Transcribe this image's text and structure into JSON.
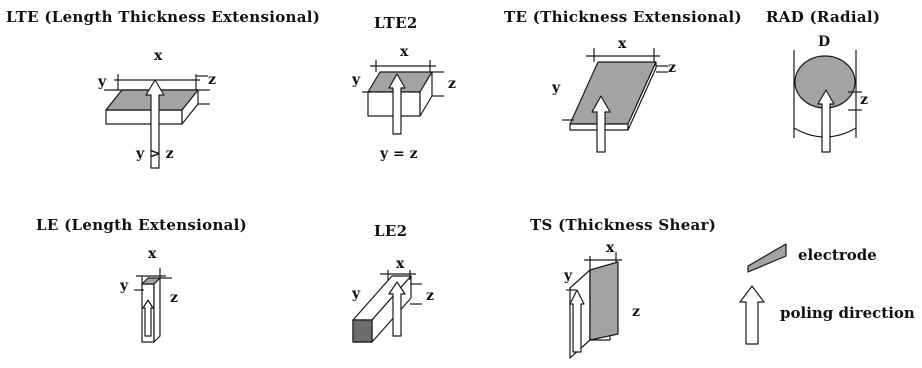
{
  "panels": {
    "lte": {
      "title": "LTE (Length Thickness Extensional)",
      "x": "x",
      "y": "y",
      "z": "z",
      "condition": "y > z"
    },
    "lte2": {
      "title": "LTE2",
      "x": "x",
      "y": "y",
      "z": "z",
      "condition": "y = z"
    },
    "te": {
      "title": "TE (Thickness Extensional)",
      "x": "x",
      "y": "y",
      "z": "z"
    },
    "rad": {
      "title": "RAD (Radial)",
      "d": "D",
      "z": "z"
    },
    "le": {
      "title": "LE (Length Extensional)",
      "x": "x",
      "y": "y",
      "z": "z"
    },
    "le2": {
      "title": "LE2",
      "x": "x",
      "y": "y",
      "z": "z"
    },
    "ts": {
      "title": "TS (Thickness Shear)",
      "x": "x",
      "y": "y",
      "z": "z"
    }
  },
  "legend": {
    "electrode": "electrode",
    "poling": "poling direction"
  },
  "colors": {
    "electrode_fill": "#a3a3a3",
    "line": "#1a1a1a"
  }
}
